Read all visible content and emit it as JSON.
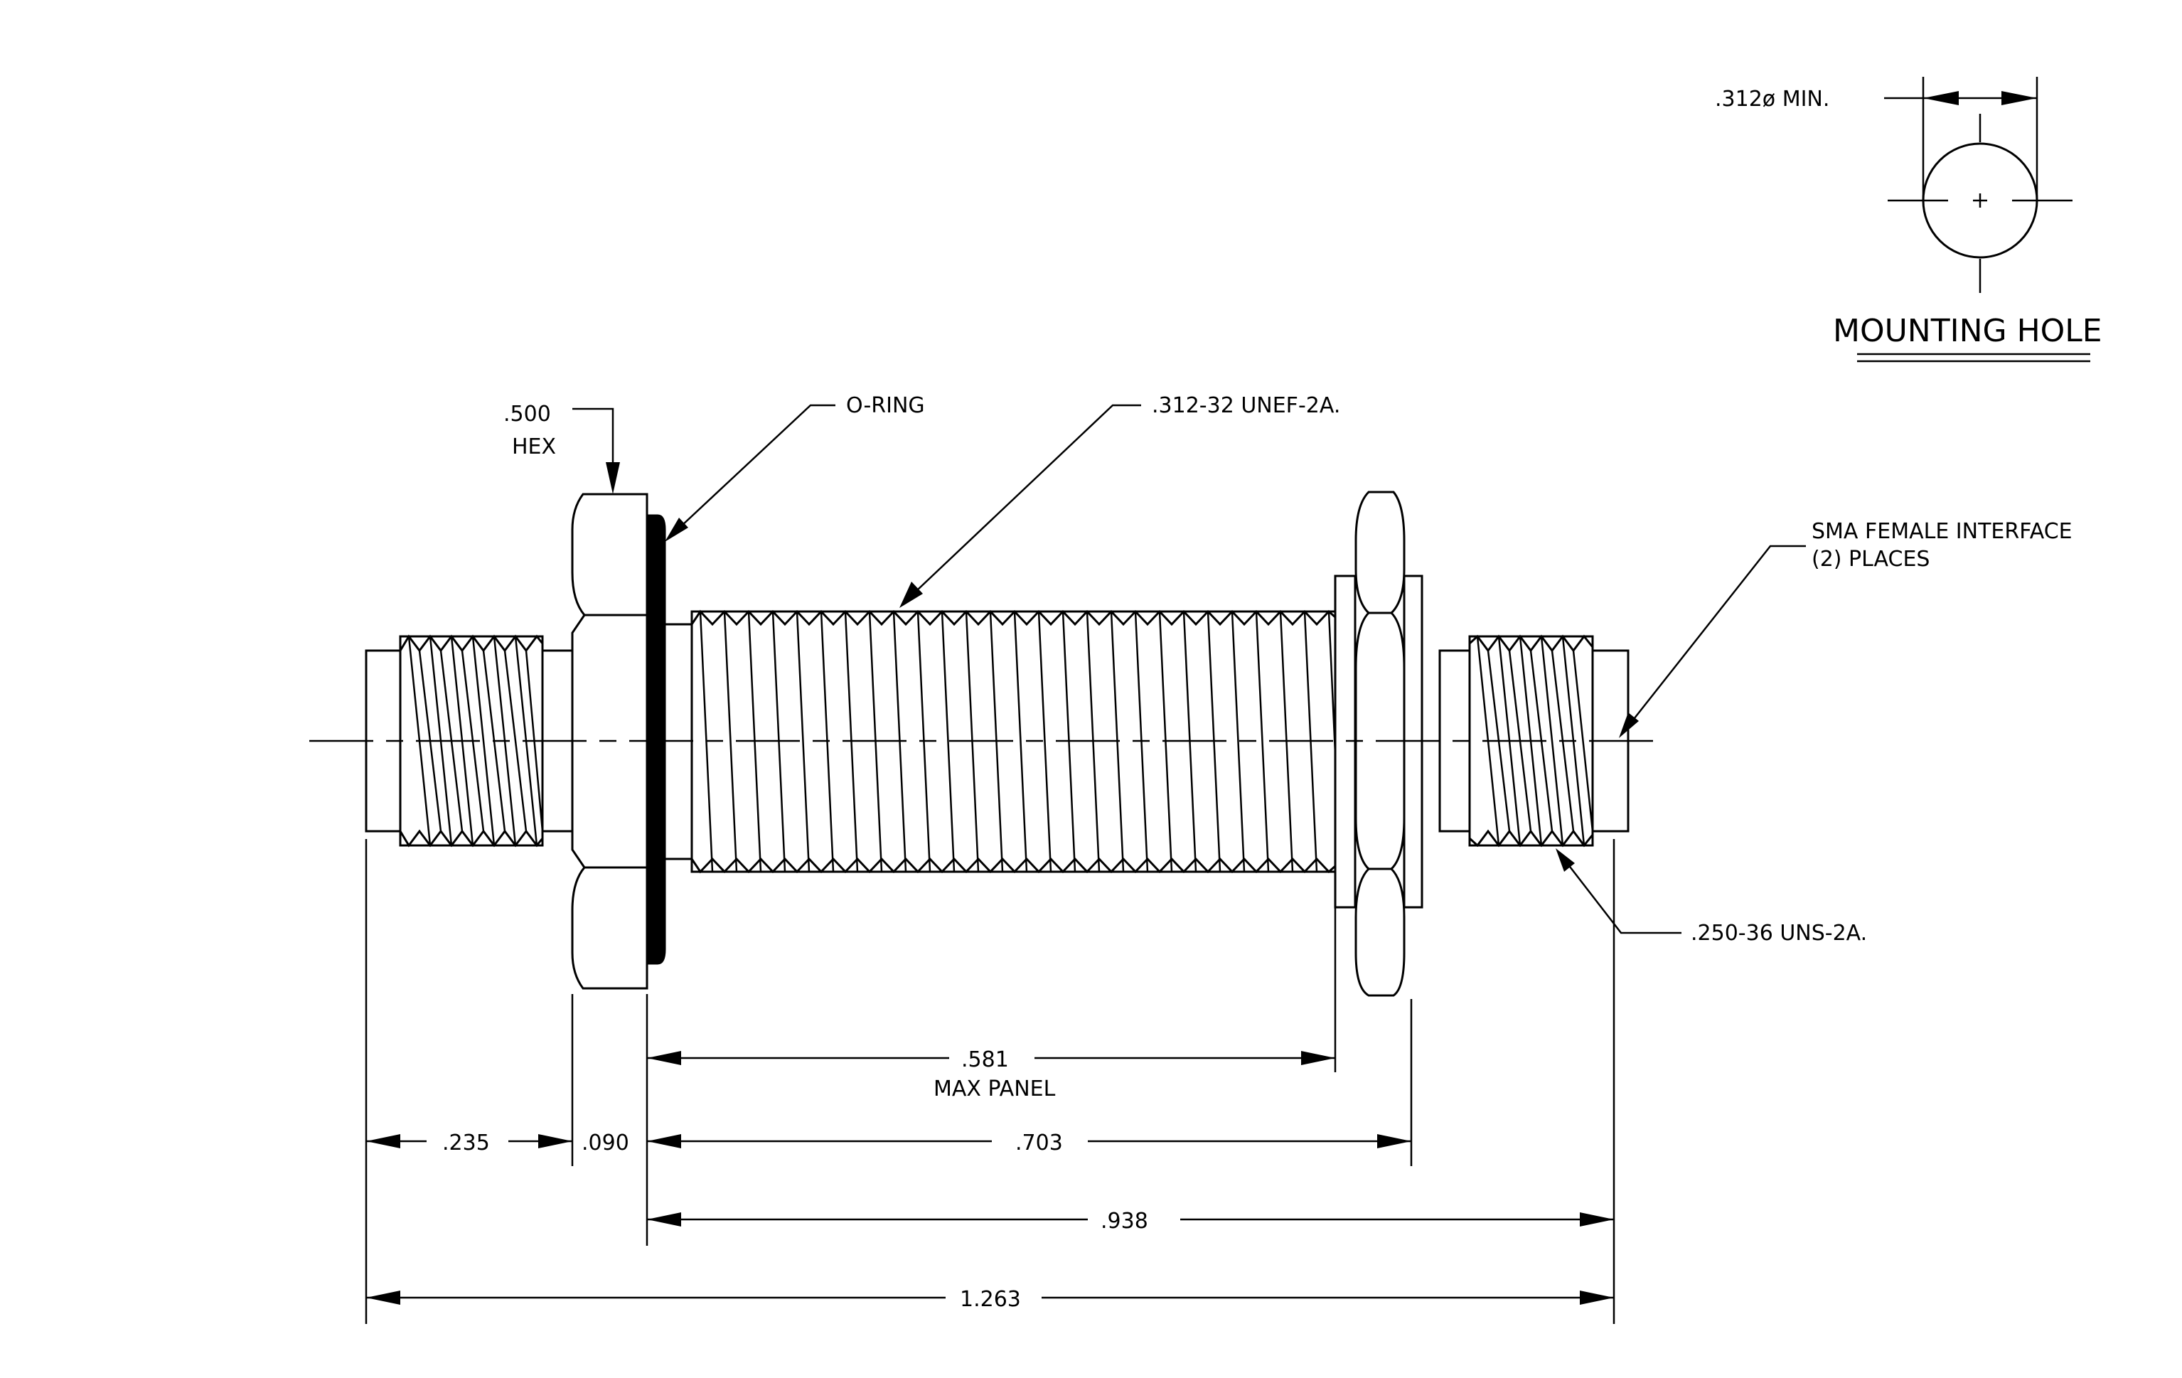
{
  "drawing": {
    "mounting_hole": {
      "diameter_label": ".312ø MIN.",
      "title": "MOUNTING HOLE"
    },
    "callouts": {
      "hex_size": ".500",
      "hex_word": "HEX",
      "oring": "O-RING",
      "body_thread": ".312-32 UNEF-2A.",
      "interface_line1": "SMA FEMALE INTERFACE",
      "interface_line2": "(2)  PLACES",
      "coupling_thread": ".250-36 UNS-2A."
    },
    "dimensions": {
      "max_panel_value": ".581",
      "max_panel_label": "MAX PANEL",
      "left_length": ".235",
      "hex_thickness": ".090",
      "hex_to_nut": ".703",
      "hex_to_end": ".938",
      "overall_length": "1.263"
    }
  }
}
